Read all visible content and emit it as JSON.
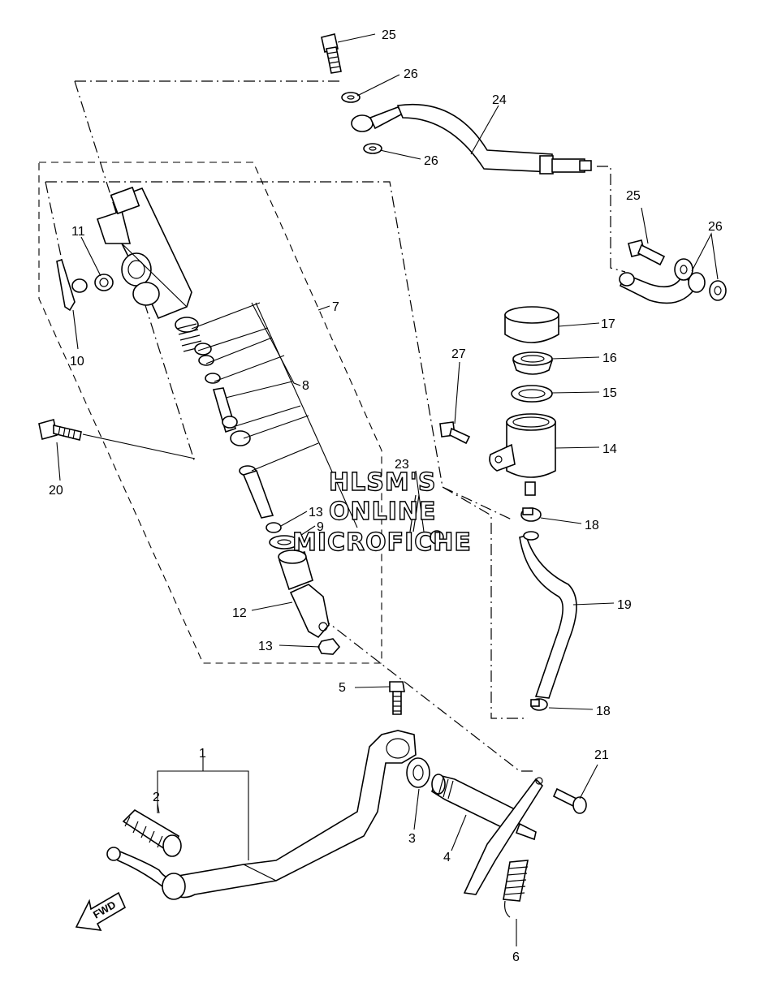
{
  "watermark": {
    "line1": "HLSM'S",
    "line2": "ONLINE",
    "line3": "MICROFICHE"
  },
  "direction_marker": {
    "label": "FWD"
  },
  "callouts": {
    "c1": "1",
    "c2": "2",
    "c3": "3",
    "c4": "4",
    "c5": "5",
    "c6": "6",
    "c7": "7",
    "c8": "8",
    "c9": "9",
    "c10": "10",
    "c11": "11",
    "c12": "12",
    "c13a": "13",
    "c13b": "13",
    "c14": "14",
    "c15": "15",
    "c16": "16",
    "c17": "17",
    "c18a": "18",
    "c18b": "18",
    "c19": "19",
    "c20": "20",
    "c21": "21",
    "c23": "23",
    "c24": "24",
    "c25a": "25",
    "c25b": "25",
    "c26a": "26",
    "c26b": "26",
    "c26c": "26",
    "c27": "27"
  },
  "colors": {
    "line": "#000000",
    "background": "#ffffff"
  }
}
